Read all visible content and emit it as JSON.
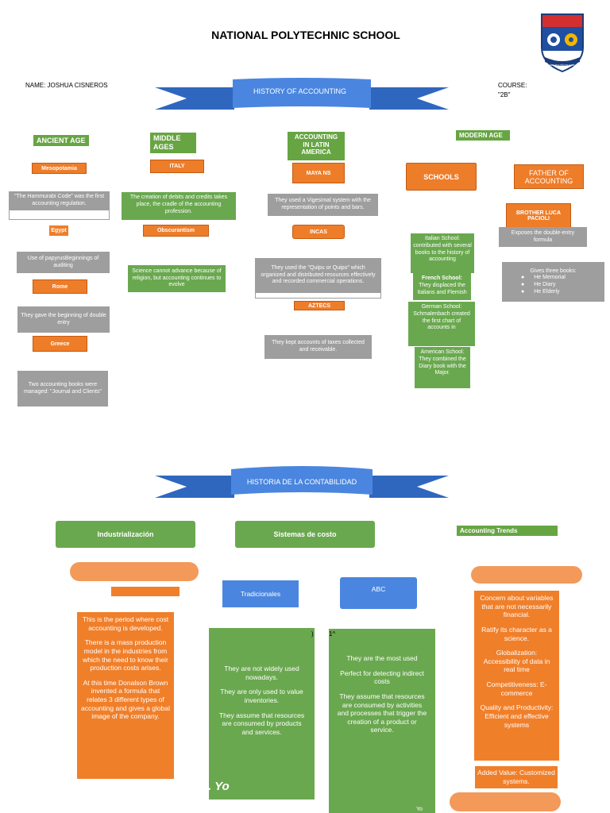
{
  "header": {
    "school": "NATIONAL POLYTECHNIC SCHOOL",
    "name": "NAME: JOSHUA CISNEROS",
    "course_label": "COURSE:",
    "course_value": "\"2B\"",
    "banner1": "HISTORY OF ACCOUNTING",
    "logo_caption": "ESCUELA POLITÉCNICA NACIONAL"
  },
  "ancient": {
    "title": "ANCIENT AGE",
    "mesopotamia": "Mesopotamia",
    "hammurabi": "\"The Hammurabi Code\" was the first accounting regulation.",
    "egypt": "Egypt",
    "papyrus": "Use of papyrusBeginnings of auditing",
    "rome": "Rome",
    "double": "They gave the beginning of double entry",
    "greece": "Greece",
    "two_books": "Two accounting books were managed: \"Journal and Clients\""
  },
  "middle": {
    "title": "MIDDLE AGES",
    "italy": "ITALY",
    "debits": "The creation of debits and credits takes place, the cradle of the accounting profession.",
    "obscurantism": "Obscurantism",
    "science": "Science cannot advance because of religion, but accounting continues to evolve"
  },
  "latin": {
    "title": "ACCOUNTING IN LATIN AMERICA",
    "mayans": "MAYA NS",
    "vigesimal": "They used a Vigesimal system with the representation of points and bars.",
    "incas": "INCAS",
    "quipu": "They used the \"Quipu or Quipo\" which organized and distributed resources effectively and recorded commercial operations.",
    "aztecs": "AZTECS",
    "taxes": "They kept accounts of taxes collected and receivable."
  },
  "modern": {
    "title": "MODERN AGE",
    "schools": "SCHOOLS",
    "italian": "Italian School: contributed with several books to the history of accounting",
    "french": "French School:",
    "french_text": "They displaced the Italians and Flemish",
    "german": "German School: Schmalenbach created the first chart of accounts in",
    "american": "American School: They combined the Diary book with the Major.",
    "father": "FATHER OF ACCOUNTING",
    "pacioli": "BROTHER LUCA PACIOLI",
    "exposes": "Exposes the double-entry formula",
    "books_title": "Gives three books:",
    "books": [
      "He      Memorial",
      "He      Diary",
      "He      Elderly"
    ]
  },
  "part2": {
    "banner2": "HISTORIA DE LA CONTABILIDAD",
    "industrial": "Industrialización",
    "cost_systems": "Sistemas de costo",
    "trends": "Accounting Trends",
    "traditional": "Tradicionales",
    "abc": "ABC",
    "industrial_text": [
      "This is the period where cost accounting is developed.",
      "There is a mass production model in the industries from which the need to know their production costs arises.",
      "At this time Donalson Brown invented a formula that relates 3 different types of accounting and gives a global image of the company."
    ],
    "traditional_text": [
      "They are not widely used nowadays.",
      "They are only used to value inventories.",
      "They assume that resources are consumed by products and services."
    ],
    "abc_text": [
      "They are the most used",
      "Perfect for detecting indirect costs",
      "They assume that resources are consumed by activities and processes that trigger the creation of a product or service."
    ],
    "trends_text": [
      "Concern about variables that are not necessarily financial.",
      "Ratify its character as a science.",
      "Globalization: Accessibility of data in real time",
      "Competitiveness: E-commerce",
      "Quality and Productivity: Efficient and effective systems"
    ],
    "added_value": "Added Value: Customized systems.",
    "yo1": ". Yo",
    "yo2": "Yo",
    "mark1": ")",
    "mark2": "1^"
  },
  "colors": {
    "green": "#6aa84f",
    "orange": "#f07f2a",
    "gray": "#9e9e9e",
    "blue": "#3f7fd4"
  }
}
